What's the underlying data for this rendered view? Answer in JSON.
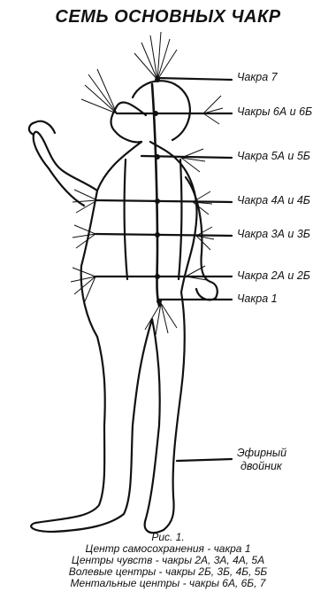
{
  "title": "СЕМЬ ОСНОВНЫХ ЧАКР",
  "labels": {
    "chakra7": "Чакра 7",
    "chakra6": "Чакры 6А и 6Б",
    "chakra5": "Чакра 5А и 5Б",
    "chakra4": "Чакра 4А и 4Б",
    "chakra3": "Чакра 3А и 3Б",
    "chakra2": "Чакра 2А и 2Б",
    "chakra1": "Чакра 1",
    "etheric_line1": "Эфирный",
    "etheric_line2": "двойник"
  },
  "caption": {
    "fig": "Рис. 1.",
    "line1": "Центр самосохранения - чакра 1",
    "line2": "Центры чувств - чакры 2А, 3А, 4А, 5А",
    "line3": "Волевые центры - чакры 2Б, 3Б, 4Б, 5Б",
    "line4": "Ментальные центры - чакры 6А, 6Б, 7"
  }
}
